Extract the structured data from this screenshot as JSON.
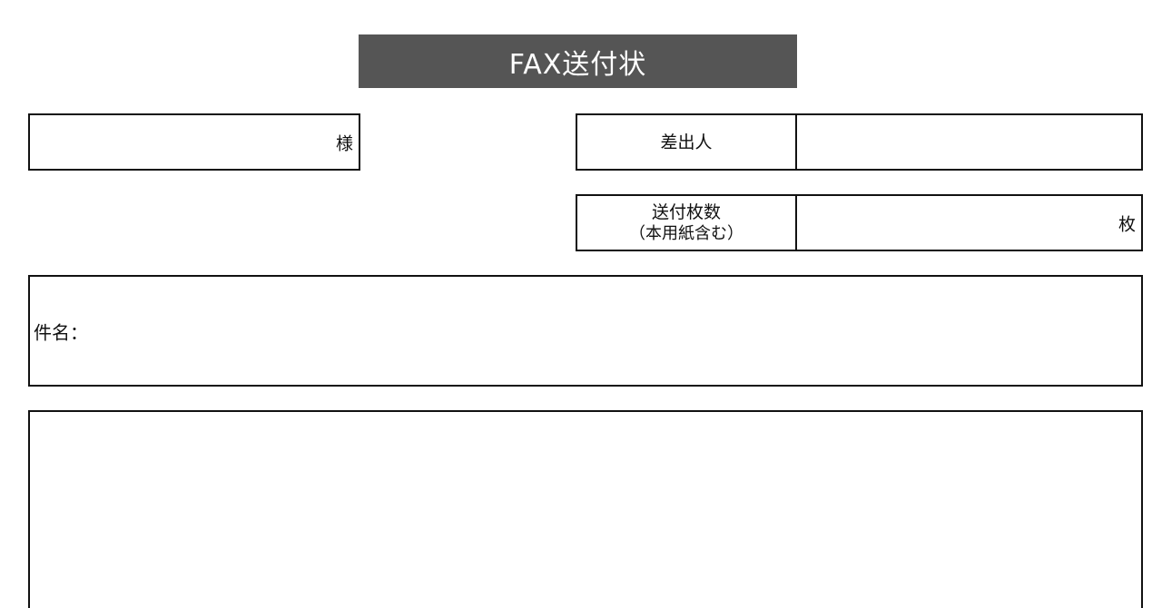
{
  "title": "FAX送付状",
  "recipient": {
    "suffix": "様"
  },
  "sender": {
    "label": "差出人"
  },
  "page_count": {
    "label_line1": "送付枚数",
    "label_line2": "（本用紙含む）",
    "suffix": "枚"
  },
  "subject": {
    "label": "件名："
  }
}
